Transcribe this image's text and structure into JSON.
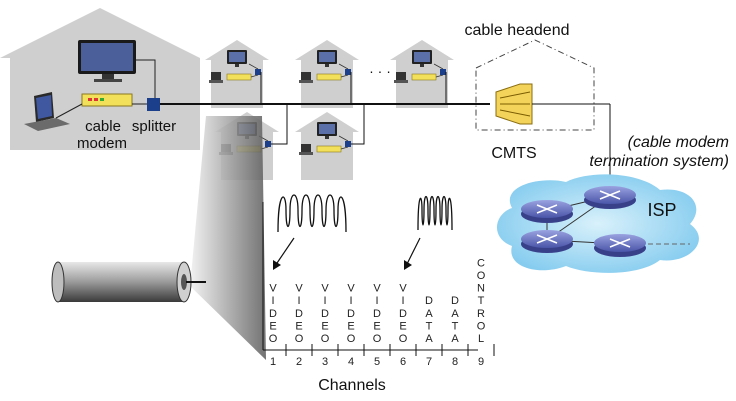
{
  "labels": {
    "cable_modem_line1": "cable",
    "cable_modem_line2": "modem",
    "splitter": "splitter",
    "ellipsis": "· · ·",
    "cable_headend": "cable headend",
    "cmts": "CMTS",
    "cmts_full_line1": "(cable modem",
    "cmts_full_line2": "termination system)",
    "isp": "ISP",
    "channels_axis": "Channels"
  },
  "channels": [
    {
      "number": "1",
      "letters": [
        "V",
        "I",
        "D",
        "E",
        "O"
      ]
    },
    {
      "number": "2",
      "letters": [
        "V",
        "I",
        "D",
        "E",
        "O"
      ]
    },
    {
      "number": "3",
      "letters": [
        "V",
        "I",
        "D",
        "E",
        "O"
      ]
    },
    {
      "number": "4",
      "letters": [
        "V",
        "I",
        "D",
        "E",
        "O"
      ]
    },
    {
      "number": "5",
      "letters": [
        "V",
        "I",
        "D",
        "E",
        "O"
      ]
    },
    {
      "number": "6",
      "letters": [
        "V",
        "I",
        "D",
        "E",
        "O"
      ]
    },
    {
      "number": "7",
      "letters": [
        "D",
        "A",
        "T",
        "A"
      ]
    },
    {
      "number": "8",
      "letters": [
        "D",
        "A",
        "T",
        "A"
      ]
    },
    {
      "number": "9",
      "letters": [
        "C",
        "O",
        "N",
        "T",
        "R",
        "O",
        "L"
      ]
    }
  ],
  "colors": {
    "house": "#cfcfcf",
    "modem": "#f2df5a",
    "splitter": "#1c3f8c",
    "router": "#6f79c4",
    "isp_cloud": "#8fd3f2",
    "cmts": "#f3d35a"
  }
}
